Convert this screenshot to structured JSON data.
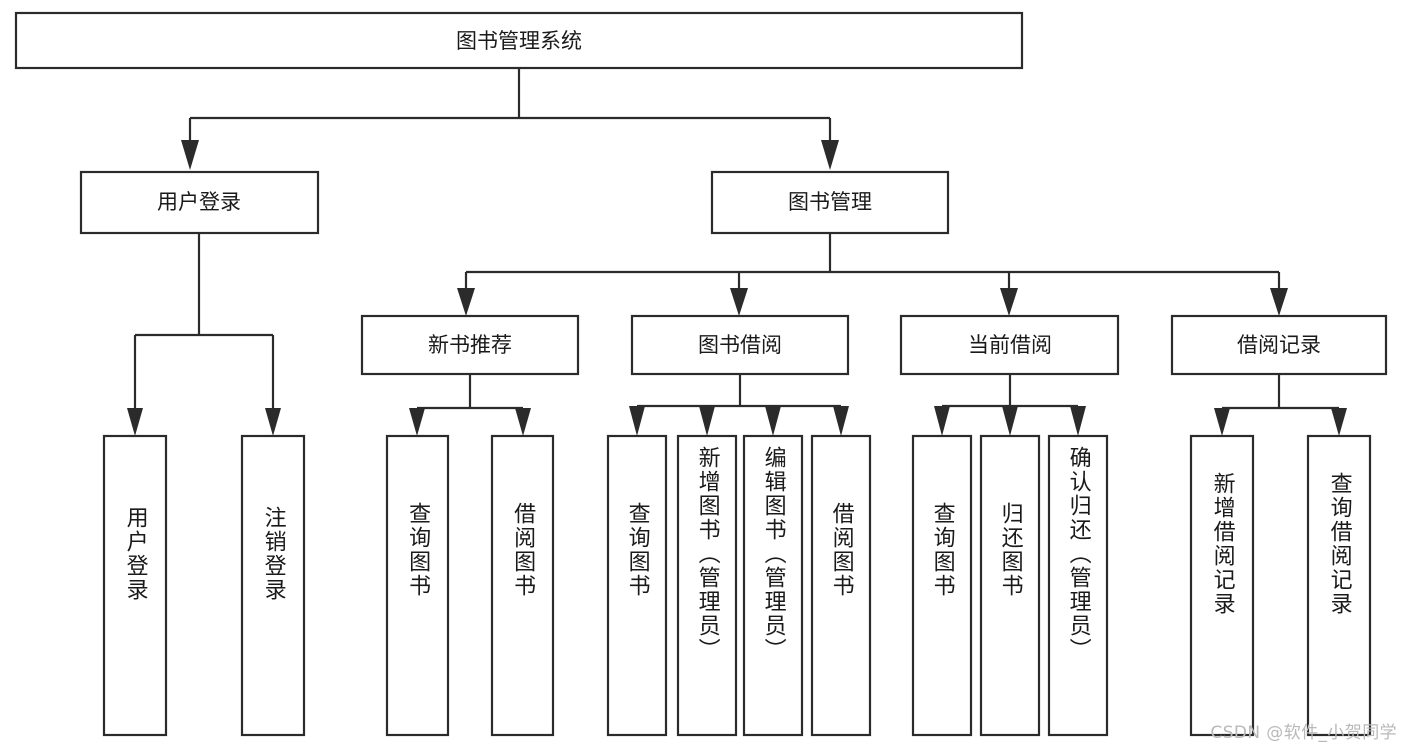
{
  "diagram": {
    "type": "tree",
    "title_node": "图书管理系统",
    "watermark": "CSDN @软件_小贺同学",
    "colors": {
      "stroke": "#2b2b2b",
      "box_fill": "#ffffff",
      "text": "#1a1a1a",
      "background": "#ffffff",
      "watermark": "#b9b9b9"
    },
    "root": {
      "label": "图书管理系统",
      "orientation": "horizontal"
    },
    "level2": [
      {
        "label": "用户登录",
        "orientation": "horizontal"
      },
      {
        "label": "图书管理",
        "orientation": "horizontal"
      }
    ],
    "level3": [
      {
        "label": "新书推荐",
        "orientation": "horizontal"
      },
      {
        "label": "图书借阅",
        "orientation": "horizontal"
      },
      {
        "label": "当前借阅",
        "orientation": "horizontal"
      },
      {
        "label": "借阅记录",
        "orientation": "horizontal"
      }
    ],
    "leaves": {
      "user_login": [
        {
          "label": "用户登录",
          "orientation": "vertical"
        },
        {
          "label": "注销登录",
          "orientation": "vertical"
        }
      ],
      "new_book_recommend": [
        {
          "label": "查询图书",
          "orientation": "vertical"
        },
        {
          "label": "借阅图书",
          "orientation": "vertical"
        }
      ],
      "book_borrow": [
        {
          "label": "查询图书",
          "orientation": "vertical"
        },
        {
          "label": "新增图书（管理员）",
          "orientation": "vertical"
        },
        {
          "label": "编辑图书（管理员）",
          "orientation": "vertical"
        },
        {
          "label": "借阅图书",
          "orientation": "vertical"
        }
      ],
      "current_borrow": [
        {
          "label": "查询图书",
          "orientation": "vertical"
        },
        {
          "label": "归还图书",
          "orientation": "vertical"
        },
        {
          "label": "确认归还（管理员）",
          "orientation": "vertical"
        }
      ],
      "borrow_record": [
        {
          "label": "新增借阅记录",
          "orientation": "vertical"
        },
        {
          "label": "查询借阅记录",
          "orientation": "vertical"
        }
      ]
    }
  }
}
